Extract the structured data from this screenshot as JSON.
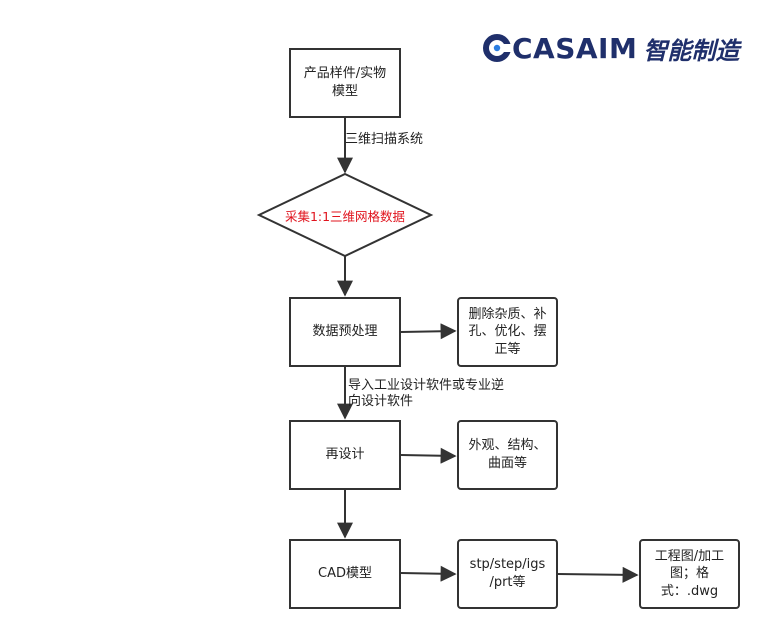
{
  "logo": {
    "brand": "CASAIM",
    "tagline": "智能制造"
  },
  "nodes": {
    "product": "产品样件/实物\n模型",
    "collect": "采集1:1三维网格数据",
    "preprocess": "数据预处理",
    "preprocess_note": "删除杂质、补\n孔、优化、摆\n正等",
    "redesign": "再设计",
    "redesign_note": "外观、结构、\n曲面等",
    "cad": "CAD模型",
    "formats": "stp/step/igs\n/prt等",
    "drawing": "工程图/加工\n图；格\n式：.dwg"
  },
  "edges": {
    "scan_label": "三维扫描系统",
    "import_label": "导入工业设计软件或专业逆\n向设计软件"
  },
  "colors": {
    "line": "#333333",
    "highlight": "#e0141e",
    "brand": "#1f2f6b"
  }
}
